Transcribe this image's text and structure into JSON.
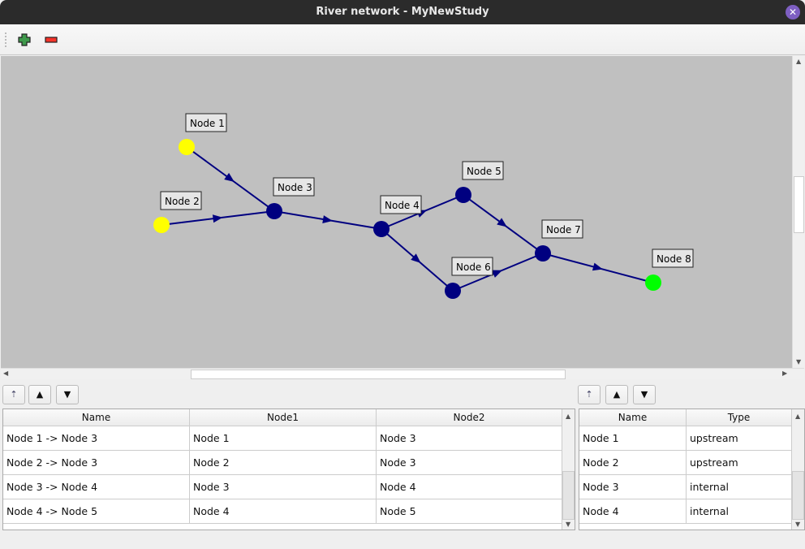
{
  "window": {
    "title": "River network - MyNewStudy",
    "close_icon": "close-icon"
  },
  "toolbar": {
    "add_icon": "plus-icon",
    "remove_icon": "minus-icon"
  },
  "graph": {
    "nodes": [
      {
        "label": "Node 1",
        "color": "#ffff00"
      },
      {
        "label": "Node 2",
        "color": "#ffff00"
      },
      {
        "label": "Node 3",
        "color": "#000080"
      },
      {
        "label": "Node 4",
        "color": "#000080"
      },
      {
        "label": "Node 5",
        "color": "#000080"
      },
      {
        "label": "Node 6",
        "color": "#000080"
      },
      {
        "label": "Node 7",
        "color": "#000080"
      },
      {
        "label": "Node 8",
        "color": "#00ff00"
      }
    ],
    "edges": [
      [
        "Node 1",
        "Node 3"
      ],
      [
        "Node 2",
        "Node 3"
      ],
      [
        "Node 3",
        "Node 4"
      ],
      [
        "Node 4",
        "Node 5"
      ],
      [
        "Node 4",
        "Node 6"
      ],
      [
        "Node 5",
        "Node 7"
      ],
      [
        "Node 6",
        "Node 7"
      ],
      [
        "Node 7",
        "Node 8"
      ]
    ],
    "edge_color": "#000080",
    "background": "#c0c0c0"
  },
  "edges_table": {
    "columns": [
      "Name",
      "Node1",
      "Node2"
    ],
    "rows": [
      [
        "Node 1 -> Node 3",
        "Node 1",
        "Node 3"
      ],
      [
        "Node 2 -> Node 3",
        "Node 2",
        "Node 3"
      ],
      [
        "Node 3 -> Node 4",
        "Node 3",
        "Node 4"
      ],
      [
        "Node 4 -> Node 5",
        "Node 4",
        "Node 5"
      ]
    ]
  },
  "nodes_table": {
    "columns": [
      "Name",
      "Type"
    ],
    "rows": [
      [
        "Node 1",
        "upstream"
      ],
      [
        "Node 2",
        "upstream"
      ],
      [
        "Node 3",
        "internal"
      ],
      [
        "Node 4",
        "internal"
      ]
    ]
  }
}
